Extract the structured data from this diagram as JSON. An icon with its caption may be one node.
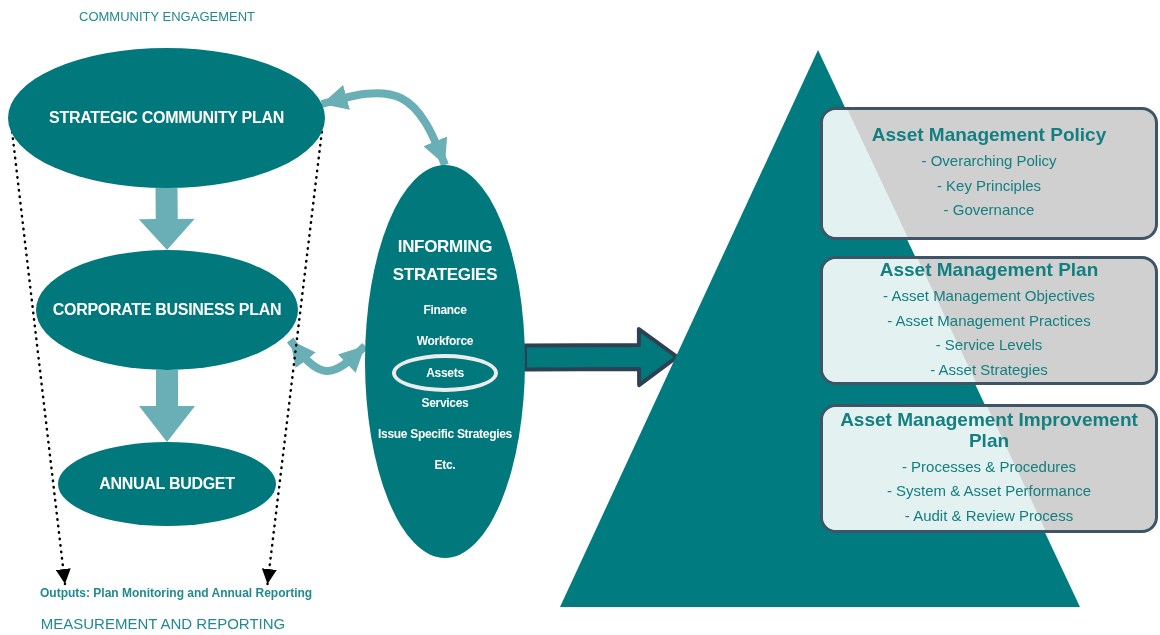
{
  "diagram": {
    "nodes": [
      {
        "text": [
          "STRATEGIC COMMUNITY PLAN"
        ]
      },
      {
        "text": [
          "CORPORATE BUSINESS PLAN"
        ]
      },
      {
        "text": [
          "ANNUAL BUDGET"
        ]
      },
      {
        "text": [
          "INFORMING STRATEGIES",
          "Finance",
          "Workforce",
          "Services",
          "Issue Specific Strategies",
          "Etc."
        ]
      },
      {
        "text": [
          "Assets"
        ],
        "in": 3
      },
      {
        "text": [],
        "shape": "triangle"
      },
      {
        "text": [
          "Asset Management Policy",
          "- Overarching Policy",
          "- Key Principles",
          "- Governance"
        ]
      },
      {
        "text": [
          "Asset Management Plan",
          "- Asset Management Objectives",
          "- Asset Management Practices",
          "- Service Levels",
          "- Asset Strategies"
        ]
      },
      {
        "text": [
          "Asset Management Improvement Plan",
          "- Processes & Procedures",
          "- System & Asset Performance",
          "- Audit & Review Process"
        ]
      },
      {
        "text": [
          "Outputs: Plan Monitoring and Annual Reporting"
        ]
      }
    ],
    "edges": [
      {
        "from": 0,
        "to": 1,
        "arrow": "to",
        "style": "thick"
      },
      {
        "from": 1,
        "to": 2,
        "arrow": "to",
        "style": "thick"
      },
      {
        "from": 0,
        "to": 3,
        "arrow": "both",
        "style": "thick"
      },
      {
        "from": 1,
        "to": 3,
        "arrow": "both",
        "style": "thick"
      },
      {
        "from": 3,
        "to": 5,
        "arrow": "to",
        "style": "thick",
        "color": "#2e4053"
      },
      {
        "from": 0,
        "to": 9,
        "arrow": "to",
        "style": "dashed",
        "color": "#000000"
      },
      {
        "from": 0,
        "to": 9,
        "arrow": "to",
        "style": "dashed",
        "color": "#000000"
      }
    ],
    "labels": [
      "COMMUNITY ENGAGEMENT",
      "MEASUREMENT AND REPORTING"
    ]
  }
}
